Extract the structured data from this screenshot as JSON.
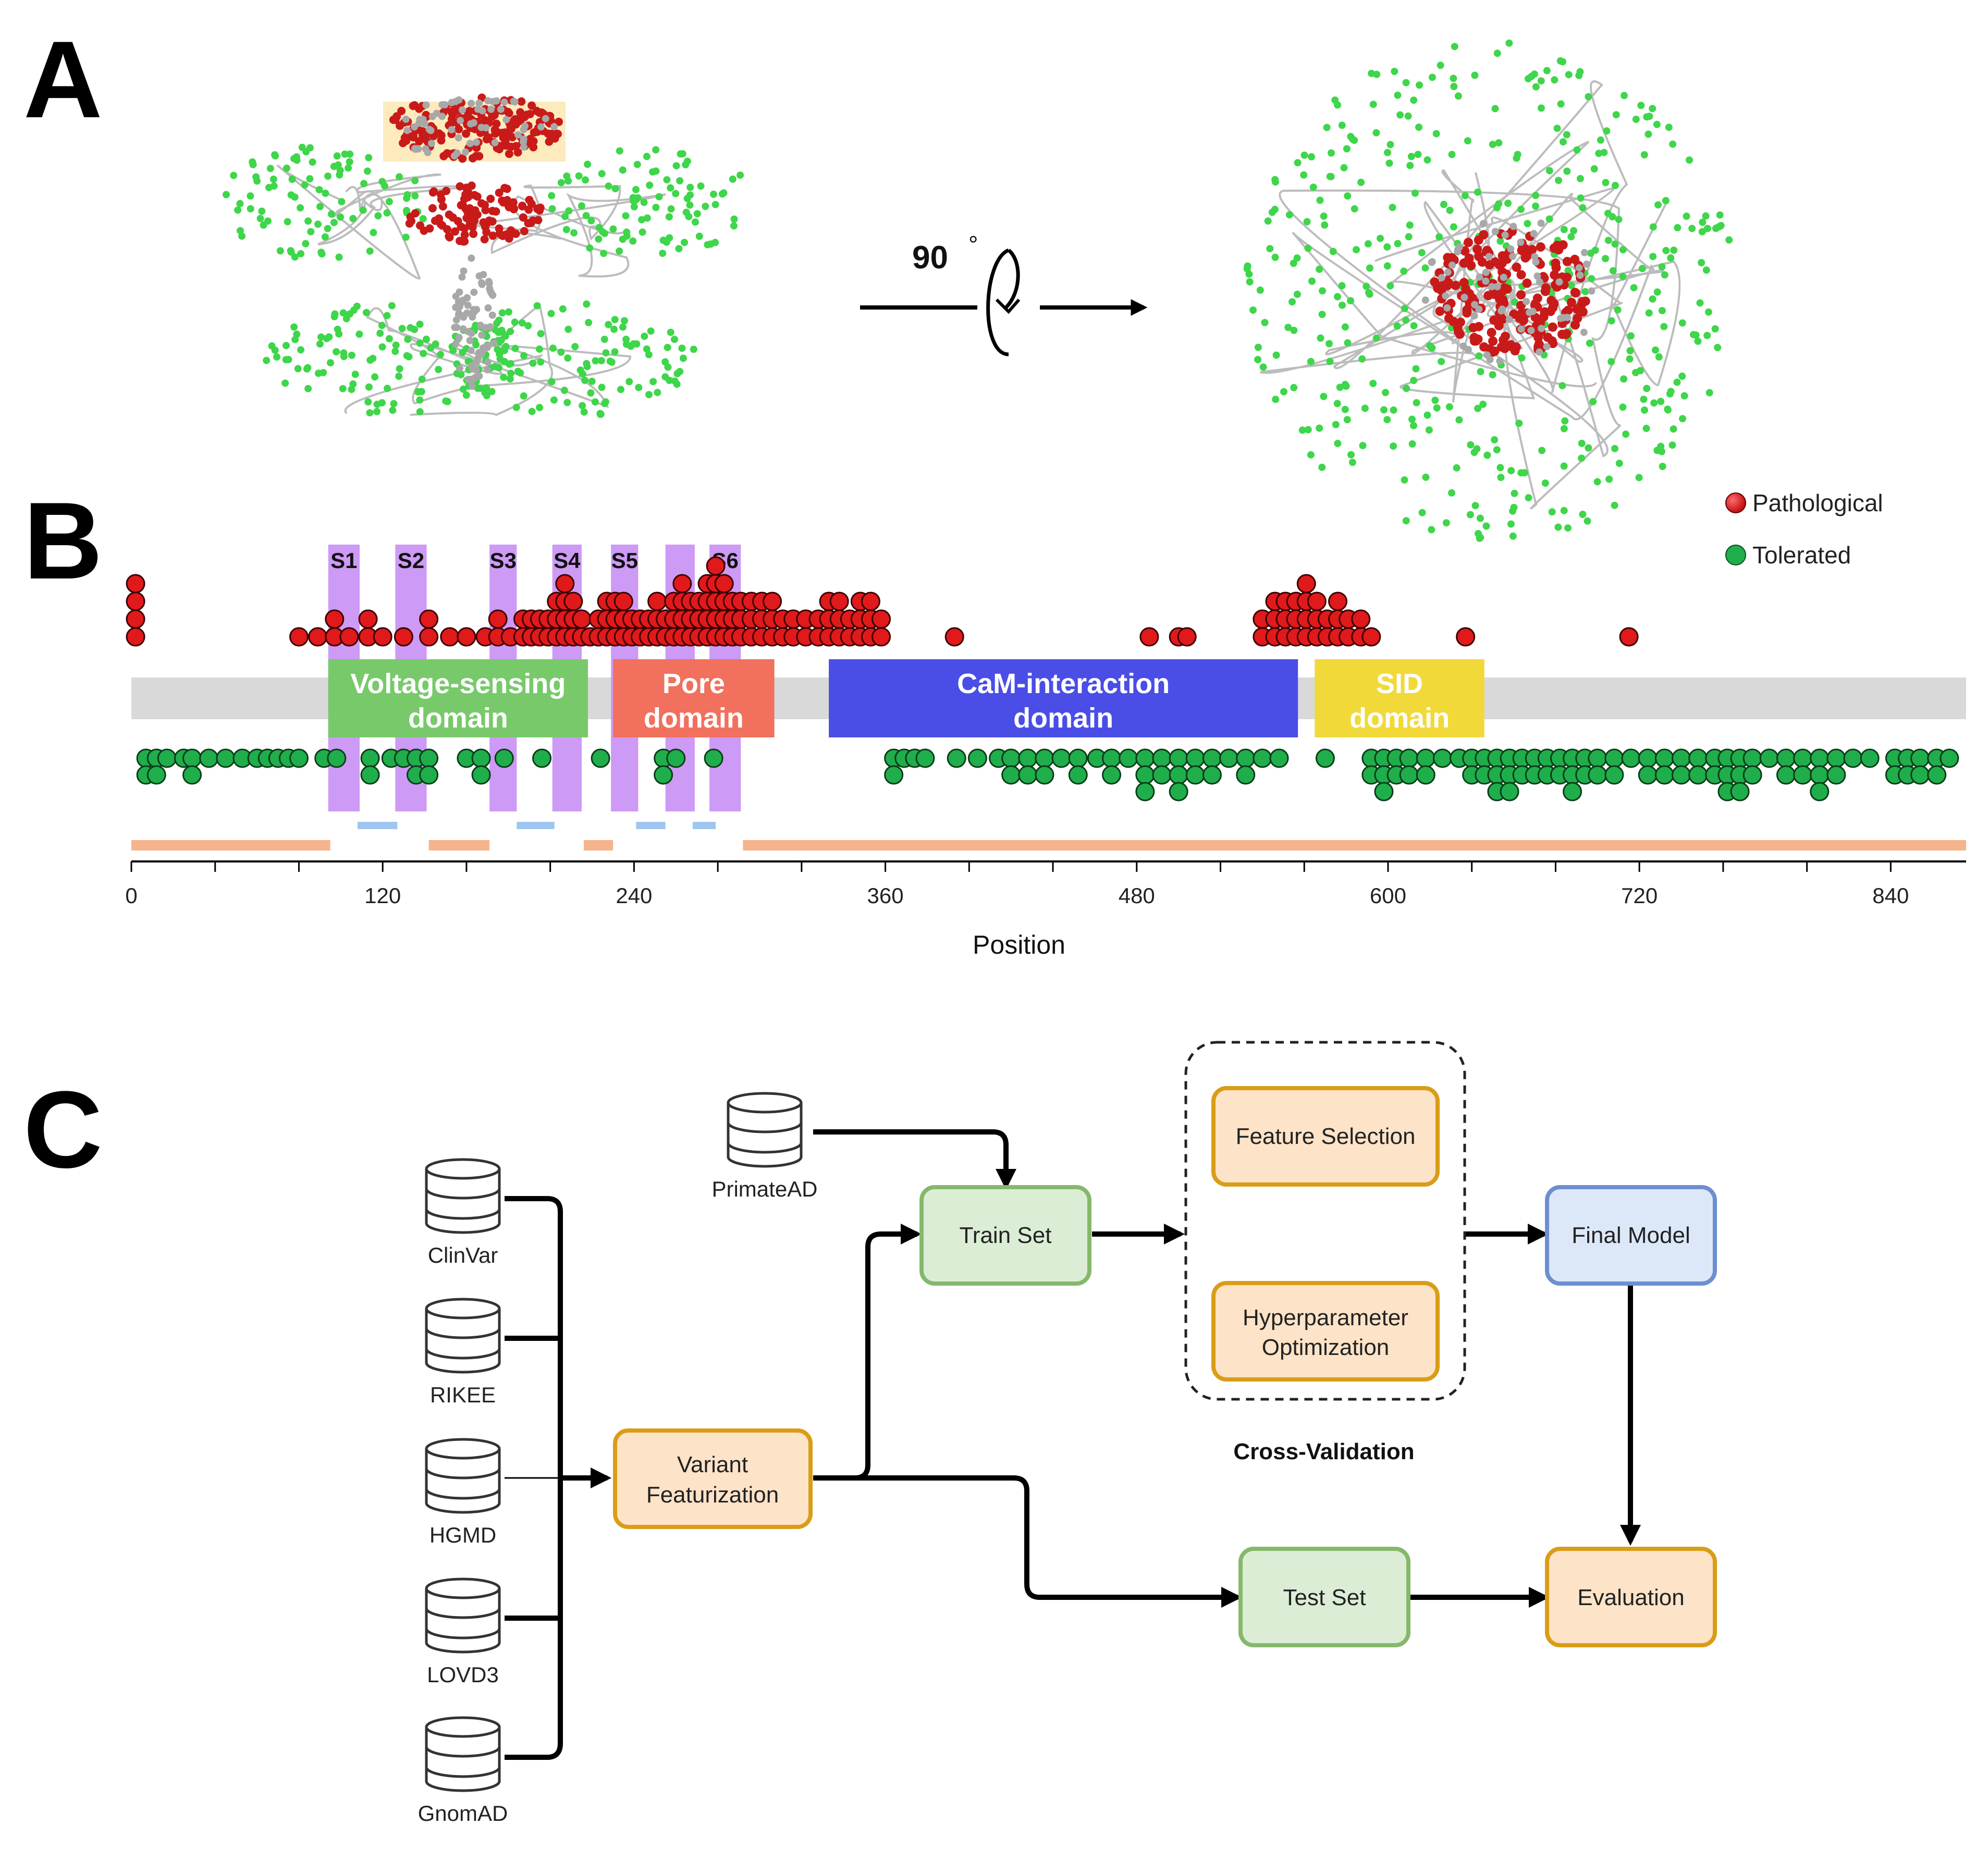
{
  "panels": {
    "a": "A",
    "b": "B",
    "c": "C"
  },
  "panel_a": {
    "rotation_label": "90",
    "rotation_unit": "°"
  },
  "legend": {
    "pathological": {
      "label": "Pathological",
      "color": "#e0191b"
    },
    "tolerated": {
      "label": "Tolerated",
      "color": "#1fae4b"
    }
  },
  "chart_data": {
    "type": "scatter",
    "xlabel": "Position",
    "xlim": [
      0,
      876
    ],
    "ticks": [
      0,
      120,
      240,
      360,
      480,
      600,
      720,
      840
    ],
    "segments": [
      {
        "label": "S1",
        "start": 94,
        "end": 109
      },
      {
        "label": "S2",
        "start": 126,
        "end": 141
      },
      {
        "label": "S3",
        "start": 171,
        "end": 184
      },
      {
        "label": "S4",
        "start": 201,
        "end": 215
      },
      {
        "label": "S5",
        "start": 229,
        "end": 242
      },
      {
        "label": "S6",
        "start": 276,
        "end": 291
      },
      {
        "label": "",
        "start": 255,
        "end": 269
      }
    ],
    "domains": [
      {
        "label_line1": "Voltage-sensing",
        "label_line2": "domain",
        "start": 94,
        "end": 218,
        "color": "#78c96a"
      },
      {
        "label_line1": "Pore",
        "label_line2": "domain",
        "start": 230,
        "end": 307,
        "color": "#f1705e"
      },
      {
        "label_line1": "CaM-interaction",
        "label_line2": "domain",
        "start": 333,
        "end": 557,
        "color": "#4a4ee6"
      },
      {
        "label_line1": "SID",
        "label_line2": "domain",
        "start": 565,
        "end": 646,
        "color": "#f2d93a"
      }
    ],
    "helix_bars": [
      {
        "start": 108,
        "end": 127
      },
      {
        "start": 184,
        "end": 202
      },
      {
        "start": 241,
        "end": 255
      },
      {
        "start": 268,
        "end": 279
      }
    ],
    "disorder_bars": [
      {
        "start": 0,
        "end": 95
      },
      {
        "start": 142,
        "end": 171
      },
      {
        "start": 216,
        "end": 230
      },
      {
        "start": 292,
        "end": 876
      }
    ],
    "pathological": [
      {
        "x": 2,
        "stack": 4
      },
      {
        "x": 80,
        "stack": 1
      },
      {
        "x": 89,
        "stack": 1
      },
      {
        "x": 97,
        "stack": 2
      },
      {
        "x": 104,
        "stack": 1
      },
      {
        "x": 113,
        "stack": 2
      },
      {
        "x": 120,
        "stack": 1
      },
      {
        "x": 130,
        "stack": 1
      },
      {
        "x": 142,
        "stack": 2
      },
      {
        "x": 152,
        "stack": 1
      },
      {
        "x": 160,
        "stack": 1
      },
      {
        "x": 169,
        "stack": 1
      },
      {
        "x": 175,
        "stack": 2
      },
      {
        "x": 181,
        "stack": 1
      },
      {
        "x": 187,
        "stack": 2
      },
      {
        "x": 191,
        "stack": 2
      },
      {
        "x": 195,
        "stack": 2
      },
      {
        "x": 199,
        "stack": 2
      },
      {
        "x": 203,
        "stack": 3
      },
      {
        "x": 207,
        "stack": 4
      },
      {
        "x": 211,
        "stack": 3
      },
      {
        "x": 215,
        "stack": 2
      },
      {
        "x": 219,
        "stack": 1
      },
      {
        "x": 223,
        "stack": 2
      },
      {
        "x": 227,
        "stack": 3
      },
      {
        "x": 231,
        "stack": 3
      },
      {
        "x": 235,
        "stack": 3
      },
      {
        "x": 239,
        "stack": 2
      },
      {
        "x": 243,
        "stack": 2
      },
      {
        "x": 247,
        "stack": 2
      },
      {
        "x": 251,
        "stack": 3
      },
      {
        "x": 255,
        "stack": 2
      },
      {
        "x": 259,
        "stack": 3
      },
      {
        "x": 263,
        "stack": 4
      },
      {
        "x": 267,
        "stack": 3
      },
      {
        "x": 271,
        "stack": 3
      },
      {
        "x": 275,
        "stack": 4
      },
      {
        "x": 279,
        "stack": 5
      },
      {
        "x": 283,
        "stack": 4
      },
      {
        "x": 287,
        "stack": 3
      },
      {
        "x": 291,
        "stack": 3
      },
      {
        "x": 296,
        "stack": 3
      },
      {
        "x": 301,
        "stack": 3
      },
      {
        "x": 306,
        "stack": 3
      },
      {
        "x": 311,
        "stack": 2
      },
      {
        "x": 316,
        "stack": 2
      },
      {
        "x": 322,
        "stack": 2
      },
      {
        "x": 328,
        "stack": 2
      },
      {
        "x": 333,
        "stack": 3
      },
      {
        "x": 338,
        "stack": 3
      },
      {
        "x": 343,
        "stack": 2
      },
      {
        "x": 348,
        "stack": 3
      },
      {
        "x": 353,
        "stack": 3
      },
      {
        "x": 358,
        "stack": 2
      },
      {
        "x": 393,
        "stack": 1
      },
      {
        "x": 486,
        "stack": 1
      },
      {
        "x": 500,
        "stack": 1
      },
      {
        "x": 504,
        "stack": 1
      },
      {
        "x": 540,
        "stack": 2
      },
      {
        "x": 546,
        "stack": 3
      },
      {
        "x": 551,
        "stack": 3
      },
      {
        "x": 556,
        "stack": 3
      },
      {
        "x": 561,
        "stack": 4
      },
      {
        "x": 566,
        "stack": 3
      },
      {
        "x": 571,
        "stack": 2
      },
      {
        "x": 576,
        "stack": 3
      },
      {
        "x": 581,
        "stack": 2
      },
      {
        "x": 587,
        "stack": 2
      },
      {
        "x": 592,
        "stack": 1
      },
      {
        "x": 637,
        "stack": 1
      },
      {
        "x": 715,
        "stack": 1
      }
    ],
    "tolerated": [
      {
        "x": 7,
        "stack": 2
      },
      {
        "x": 12,
        "stack": 2
      },
      {
        "x": 17,
        "stack": 1
      },
      {
        "x": 25,
        "stack": 1
      },
      {
        "x": 29,
        "stack": 2
      },
      {
        "x": 37,
        "stack": 1
      },
      {
        "x": 45,
        "stack": 1
      },
      {
        "x": 53,
        "stack": 1
      },
      {
        "x": 60,
        "stack": 1
      },
      {
        "x": 65,
        "stack": 1
      },
      {
        "x": 70,
        "stack": 1
      },
      {
        "x": 75,
        "stack": 1
      },
      {
        "x": 80,
        "stack": 1
      },
      {
        "x": 92,
        "stack": 1
      },
      {
        "x": 98,
        "stack": 1
      },
      {
        "x": 114,
        "stack": 2
      },
      {
        "x": 124,
        "stack": 1
      },
      {
        "x": 130,
        "stack": 1
      },
      {
        "x": 136,
        "stack": 2
      },
      {
        "x": 142,
        "stack": 2
      },
      {
        "x": 160,
        "stack": 1
      },
      {
        "x": 167,
        "stack": 2
      },
      {
        "x": 178,
        "stack": 1
      },
      {
        "x": 196,
        "stack": 1
      },
      {
        "x": 224,
        "stack": 1
      },
      {
        "x": 254,
        "stack": 2
      },
      {
        "x": 260,
        "stack": 1
      },
      {
        "x": 278,
        "stack": 1
      },
      {
        "x": 364,
        "stack": 2
      },
      {
        "x": 369,
        "stack": 1
      },
      {
        "x": 374,
        "stack": 1
      },
      {
        "x": 379,
        "stack": 1
      },
      {
        "x": 394,
        "stack": 1
      },
      {
        "x": 404,
        "stack": 1
      },
      {
        "x": 414,
        "stack": 1
      },
      {
        "x": 420,
        "stack": 2
      },
      {
        "x": 428,
        "stack": 2
      },
      {
        "x": 436,
        "stack": 2
      },
      {
        "x": 444,
        "stack": 1
      },
      {
        "x": 452,
        "stack": 2
      },
      {
        "x": 461,
        "stack": 1
      },
      {
        "x": 468,
        "stack": 2
      },
      {
        "x": 476,
        "stack": 1
      },
      {
        "x": 484,
        "stack": 3
      },
      {
        "x": 492,
        "stack": 2
      },
      {
        "x": 500,
        "stack": 3
      },
      {
        "x": 508,
        "stack": 2
      },
      {
        "x": 516,
        "stack": 2
      },
      {
        "x": 524,
        "stack": 1
      },
      {
        "x": 532,
        "stack": 2
      },
      {
        "x": 540,
        "stack": 1
      },
      {
        "x": 548,
        "stack": 1
      },
      {
        "x": 570,
        "stack": 1
      },
      {
        "x": 592,
        "stack": 2
      },
      {
        "x": 598,
        "stack": 3
      },
      {
        "x": 604,
        "stack": 2
      },
      {
        "x": 610,
        "stack": 2
      },
      {
        "x": 618,
        "stack": 2
      },
      {
        "x": 626,
        "stack": 1
      },
      {
        "x": 634,
        "stack": 1
      },
      {
        "x": 640,
        "stack": 2
      },
      {
        "x": 646,
        "stack": 2
      },
      {
        "x": 652,
        "stack": 3
      },
      {
        "x": 658,
        "stack": 3
      },
      {
        "x": 664,
        "stack": 2
      },
      {
        "x": 670,
        "stack": 2
      },
      {
        "x": 676,
        "stack": 2
      },
      {
        "x": 682,
        "stack": 2
      },
      {
        "x": 688,
        "stack": 3
      },
      {
        "x": 694,
        "stack": 2
      },
      {
        "x": 700,
        "stack": 2
      },
      {
        "x": 708,
        "stack": 2
      },
      {
        "x": 716,
        "stack": 1
      },
      {
        "x": 724,
        "stack": 2
      },
      {
        "x": 732,
        "stack": 2
      },
      {
        "x": 740,
        "stack": 2
      },
      {
        "x": 748,
        "stack": 2
      },
      {
        "x": 756,
        "stack": 2
      },
      {
        "x": 762,
        "stack": 3
      },
      {
        "x": 768,
        "stack": 3
      },
      {
        "x": 774,
        "stack": 2
      },
      {
        "x": 782,
        "stack": 1
      },
      {
        "x": 790,
        "stack": 2
      },
      {
        "x": 798,
        "stack": 2
      },
      {
        "x": 806,
        "stack": 3
      },
      {
        "x": 814,
        "stack": 2
      },
      {
        "x": 822,
        "stack": 1
      },
      {
        "x": 830,
        "stack": 1
      },
      {
        "x": 842,
        "stack": 2
      },
      {
        "x": 848,
        "stack": 2
      },
      {
        "x": 854,
        "stack": 2
      },
      {
        "x": 862,
        "stack": 2
      },
      {
        "x": 868,
        "stack": 1
      }
    ]
  },
  "flow": {
    "databases": [
      "ClinVar",
      "RIKEE",
      "HGMD",
      "LOVD3",
      "GnomAD"
    ],
    "primate_db": "PrimateAD",
    "variant_featurization": [
      "Variant",
      "Featurization"
    ],
    "train_set": "Train Set",
    "test_set": "Test Set",
    "feature_selection": "Feature Selection",
    "hyperparameter": [
      "Hyperparameter",
      "Optimization"
    ],
    "cross_validation": "Cross-Validation",
    "final_model": "Final Model",
    "evaluation": "Evaluation",
    "colors": {
      "orange_fill": "#fde3c8",
      "orange_stroke": "#d99d17",
      "green_fill": "#dcedd6",
      "green_stroke": "#86b86c",
      "blue_fill": "#dce8f8",
      "blue_stroke": "#6d8ed0"
    }
  }
}
